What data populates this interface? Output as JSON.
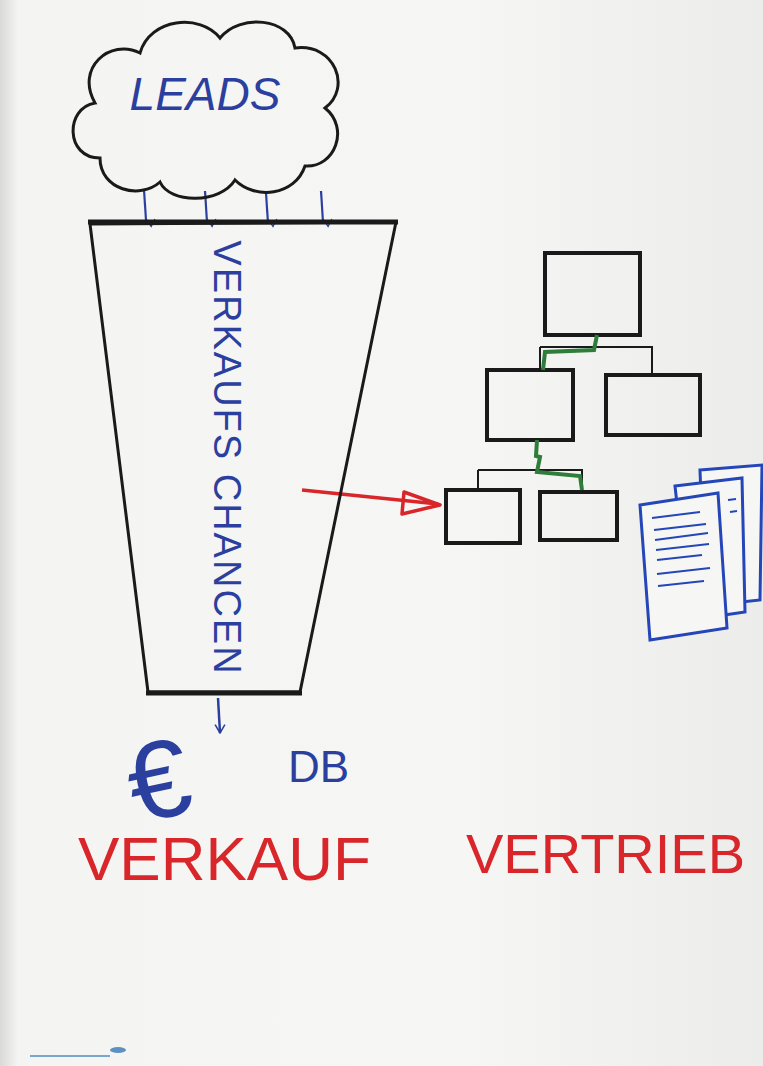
{
  "diagram": {
    "nodes": [
      {
        "text": [
          "LEADS"
        ]
      },
      {
        "text": [
          "VERKAUFS CHANCEN"
        ]
      }
    ],
    "edges": [
      {
        "from": 0,
        "to": 1,
        "arrow": "to"
      },
      {
        "from": 0,
        "to": 1,
        "arrow": "to"
      },
      {
        "from": 0,
        "to": 1,
        "arrow": "to"
      },
      {
        "from": 0,
        "to": 1,
        "arrow": "to"
      }
    ],
    "labels": [
      "€",
      "DB",
      "VERKAUF",
      "VERTRIEB"
    ]
  }
}
